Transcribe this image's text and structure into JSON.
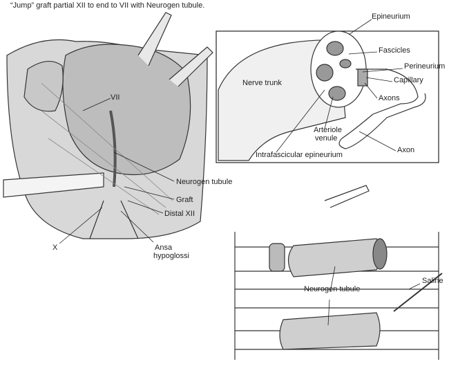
{
  "title": "“Jump” graft partial XII to end to VII with Neurogen tubule.",
  "surgical_view": {
    "labels": {
      "vii": "VII",
      "neurogen_tubule": "Neurogen tubule",
      "graft": "Graft",
      "distal_xii": "Distal XII",
      "x": "X",
      "ansa_line1": "Ansa",
      "ansa_line2": "hypoglossi"
    }
  },
  "nerve_inset": {
    "labels": {
      "epineurium": "Epineurium",
      "fascicles": "Fascicles",
      "perineurium": "Perineurium",
      "capillary": "Capillary",
      "nerve_trunk": "Nerve trunk",
      "axons": "Axons",
      "arteriole_line1": "Arteriole",
      "arteriole_line2": "venule",
      "axon": "Axon",
      "intrafascicular": "Intrafascicular epineurium"
    }
  },
  "tubule_inset": {
    "labels": {
      "neurogen_tubule": "Neurogen tubule",
      "saline": "Saline"
    }
  }
}
